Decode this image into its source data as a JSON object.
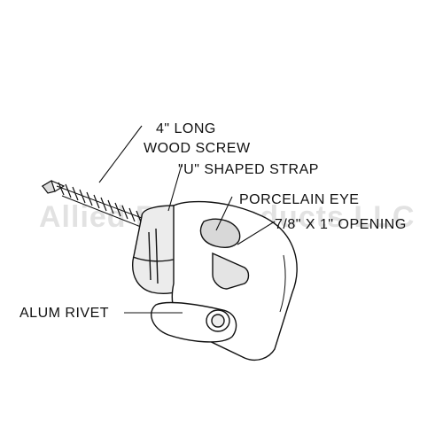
{
  "labels": {
    "screw_line1": "4\" LONG",
    "screw_line2": "WOOD SCREW",
    "strap": "\"U\" SHAPED STRAP",
    "eye": "PORCELAIN EYE",
    "opening": "7/8\" X 1\" OPENING",
    "rivet": "ALUM RIVET"
  },
  "watermark": "Allied Bolt Products LLC",
  "colors": {
    "line": "#111111",
    "shade": "#cfcfcf",
    "watermark": "#969696"
  }
}
